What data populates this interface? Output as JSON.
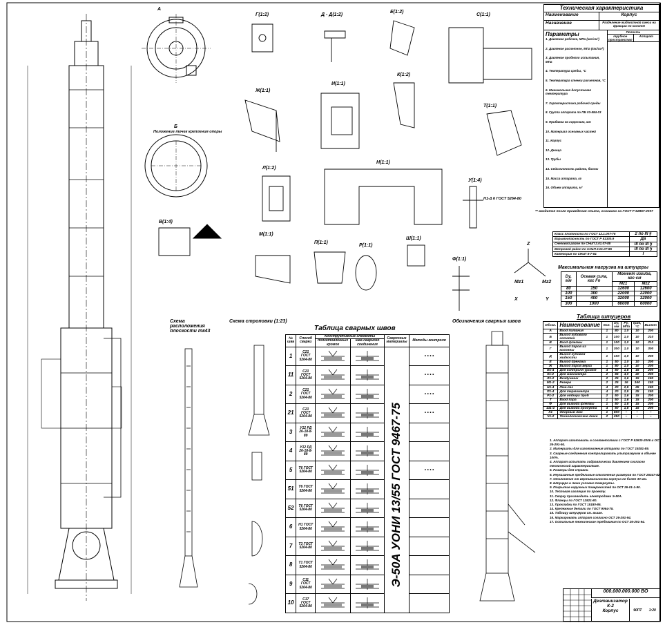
{
  "tech": {
    "title": "Техническая характеристика",
    "name_label": "Наименование",
    "name_value": "Корпус",
    "purpose_label": "Назначение",
    "purpose_value": "Разделение жидкостной смеси на фракции по колонне",
    "params_label": "Параметры",
    "col_header": "Полость",
    "col1": "трубное пространство",
    "col2": "Аппарат",
    "params": [
      "1. Давление рабочее, МПа (кгс/см²)",
      "2. Давление расчетное, МПа (кгс/см²)",
      "3. Давление пробного испытания, МПа",
      "4. Температура среды, °С",
      "5. Температура стенки расчетная, °С",
      "6. Минимальная допустимая температура",
      "7. Характеристика рабочей среды",
      "8. Группа аппарата по ПБ 03-584-03",
      "9. Прибавка на коррозию, мм",
      "10. Материал основных частей",
      "11. Корпус",
      "12. Днища",
      "13. Трубы",
      "14. Сейсмичность района, баллы",
      "15. Масса аппарата, кг",
      "16. Объем аппарата, м³"
    ],
    "footnote": "** вводится после проведения опыта, основано на ГОСТ Р 52857-2007"
  },
  "requirements": {
    "rows": [
      {
        "label": "Класс плотности по ГОСТ 12.1.007-76",
        "value": "2 по III §"
      },
      {
        "label": "Взрывоопасность по ГОСТ Р 51330.9",
        "value": "Да"
      },
      {
        "label": "Снеговой район по СНиП 2.01.07-85",
        "value": "III по III §"
      },
      {
        "label": "Ветровой район по СНиП 2.01.07-85",
        "value": "III по III §"
      },
      {
        "label": "Категория по СНиП II-7-81",
        "value": "I"
      }
    ]
  },
  "loads": {
    "title": "Максимальная нагрузка на штуцеры",
    "headers": [
      "Dy, мм",
      "Осевая сила, кгс Fn",
      "Момент изгиба, кгс·см",
      "Mz1",
      "Mz2"
    ],
    "rows": [
      [
        "80",
        "150",
        "12600",
        "12600"
      ],
      [
        "100",
        "300",
        "22000",
        "22000"
      ],
      [
        "150",
        "400",
        "32000",
        "32000"
      ],
      [
        "300",
        "1000",
        "60000",
        "60000"
      ]
    ]
  },
  "nozzles": {
    "title": "Таблица штуцеров",
    "headers": [
      "Обозн.",
      "Наименование",
      "Кол.",
      "Dy, мм",
      "Py, МПа",
      "tраб, °С",
      "Вылет"
    ],
    "rows": [
      [
        "А",
        "Вход питания",
        "1",
        "80",
        "1,0",
        "10",
        "200"
      ],
      [
        "Б",
        "Выход кубового остатка",
        "1",
        "100",
        "1,0",
        "10",
        "210"
      ],
      [
        "В",
        "Вход флегмы",
        "1",
        "100",
        "1,0",
        "10",
        "210"
      ],
      [
        "Г",
        "Выход паров из колонны",
        "1",
        "300",
        "1,0",
        "10",
        "300"
      ],
      [
        "Д",
        "Выход кубовой жидкости",
        "1",
        "100",
        "1,0",
        "10",
        "200"
      ],
      [
        "Е",
        "Выход дренажа",
        "1",
        "50",
        "1,0",
        "10",
        "200"
      ],
      [
        "Ж",
        "Выход паров верха",
        "1",
        "80",
        "1,0",
        "10",
        "200"
      ],
      [
        "И1-4",
        "Для контроля уровня",
        "4",
        "50",
        "1,6",
        "15",
        "200"
      ],
      [
        "К1-2",
        "Для манометра",
        "2",
        "65",
        "4,0",
        "40",
        "200"
      ],
      [
        "Л1-2",
        "Воздушник",
        "2",
        "25",
        "1,6",
        "15",
        "150"
      ],
      [
        "М1-2",
        "Резерв",
        "2",
        "25",
        "16",
        "160",
        "150"
      ],
      [
        "Н1-4",
        "Люк-лаз",
        "4",
        "20",
        "2,5",
        "25",
        "150"
      ],
      [
        "П1-4",
        "Для термометра",
        "4",
        "20",
        "2,5",
        "25",
        "150"
      ],
      [
        "Р1-2",
        "Для отбора проб",
        "2",
        "50",
        "1,6",
        "15",
        "200"
      ],
      [
        "Т",
        "Вход пара",
        "1",
        "50",
        "1,6",
        "15",
        "200"
      ],
      [
        "Ф",
        "Для вывода флегмы",
        "1",
        "50",
        "1,6",
        "15",
        "200"
      ],
      [
        "Ш1-4",
        "Для вывода продукта",
        "4",
        "50",
        "1,6",
        "15",
        "200"
      ],
      [
        "Х1",
        "Опорный люк",
        "1",
        "600",
        "–",
        "–",
        "–"
      ],
      [
        "Ч1-2",
        "Технологические люки",
        "2",
        "250",
        "–",
        "–",
        "–"
      ]
    ]
  },
  "notes": [
    "1. Аппарат изготовить в соответствии с ГОСТ Р 52630-2006 и ОСТ 26-291-94.",
    "2. Материалы для изготовления аппарата по ГОСТ 19281-89.",
    "3. Сварные соединения контролировать ультразвуком в объеме 100%.",
    "4. Аппарат испытать гидравлически давлением согласно технической характеристике.",
    "5. Размеры для справок.",
    "6. Неуказанные предельные отклонения размеров по ГОСТ 25347-82.",
    "7. Отклонение от вертикальности корпуса не более 30 мм.",
    "8. Штуцера и люки условно повернуты.",
    "9. Покрытие наружных поверхностей по ОСТ 26-01-1-90.",
    "10. Тепловая изоляция по проекту.",
    "11. Сварку производить электродами Э-50А.",
    "12. Фланцы по ГОСТ 12821-80.",
    "13. Прокладки по ГОСТ 15180-86.",
    "14. Крепежные детали по ГОСТ 9064-75.",
    "15. Таблицу штуцеров см. выше.",
    "16. Маркировать аппарат согласно ОСТ 26-291-94.",
    "17. Остальные технические требования по ОСТ 26-291-94."
  ],
  "title_block": {
    "code": "000.000.000.000 ВО",
    "name": "Деэтанизатор К-2",
    "subname": "Корпус",
    "mass": "90ПТ",
    "scale": "1:20"
  },
  "welds": {
    "title": "Таблица сварных швов",
    "headers": [
      "№ шва",
      "Способ сварки",
      "Конструктивные элементы",
      "подготовленных кромок",
      "шва сварного соединения",
      "Сварочные материалы",
      "Методы контроля"
    ],
    "consumable": "Э-50А УОНИ 13/55 ГОСТ 9467-75",
    "rows": [
      [
        "1",
        "С21 ГОСТ 5264-80"
      ],
      [
        "11",
        "С21 ГОСТ 5264-80"
      ],
      [
        "2",
        "С21 ГОСТ 5264-80"
      ],
      [
        "21",
        "С21 ГОСТ 5264-80"
      ],
      [
        "3",
        "У12 РД 26-18-8-89"
      ],
      [
        "4",
        "У12 РД 26-18-8-89"
      ],
      [
        "5",
        "Т6 ГОСТ 5264-80"
      ],
      [
        "51",
        "Т6 ГОСТ 5264-80"
      ],
      [
        "52",
        "Т6 ГОСТ 5264-80"
      ],
      [
        "6",
        "Н1 ГОСТ 5264-80"
      ],
      [
        "7",
        "Т3 ГОСТ 5264-80"
      ],
      [
        "8",
        "Т1 ГОСТ 5264-80"
      ],
      [
        "9",
        "С11 ГОСТ 5264-80"
      ],
      [
        "10",
        "С17 ГОСТ 5264-80"
      ]
    ]
  },
  "views": {
    "section_a": "А",
    "section_b": "Б",
    "section_b_note": "Положение точек крепления опоры",
    "detail_g": "Г(1:2)",
    "detail_d": "Д - Д(1:2)",
    "detail_e": "Е(1:2)",
    "detail_zh": "Ж(1:1)",
    "detail_i": "И(1:1)",
    "detail_k": "К(1:2)",
    "detail_l": "Л(1:2)",
    "detail_n": "Н(1:1)",
    "detail_m": "М(1:1)",
    "detail_p": "П(1:1)",
    "detail_r": "Р(1:1)",
    "detail_sh": "Ш(1:1)",
    "detail_t": "Т(1:1)",
    "detail_u": "У(1:4)",
    "detail_f": "Ф(1:1)",
    "detail_v": "В(1:4)",
    "detail_s": "С(1:1)",
    "scheme_tk": "Схема расположения плоскости тк43",
    "scheme_sling": "Схема строповки (1:23)",
    "weld_marks_title": "Обозначения сварных швов",
    "axis_z": "Z",
    "axis_x": "X",
    "axis_y": "Y",
    "axis_mz1": "Mz1",
    "axis_mz2": "Mz2",
    "gost_note": "Н1-Δ 6 ГОСТ 5264-80"
  }
}
